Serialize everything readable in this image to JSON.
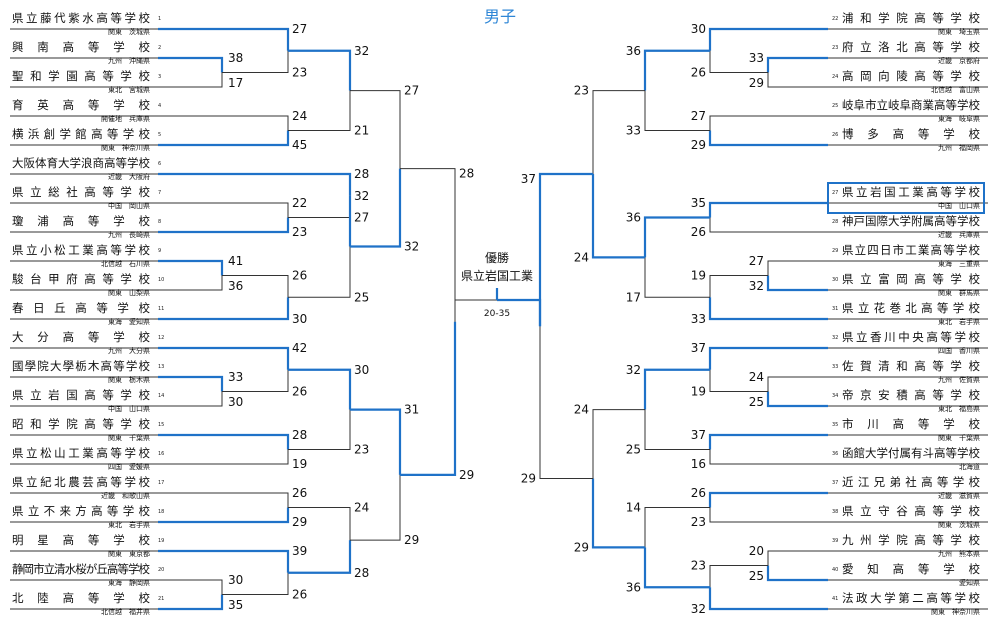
{
  "title": "男子",
  "champion": {
    "label": "優勝",
    "name": "県立岩国工業",
    "final_score": "20-35"
  },
  "colors": {
    "winner": "#1f72c8",
    "loser": "#333333",
    "title": "#2e86d6"
  },
  "left_teams": [
    {
      "seed": "1",
      "name": "県立藤代紫水高等学校",
      "region": "関東　茨城県"
    },
    {
      "seed": "2",
      "name": "興南高等学校",
      "region": "九州　沖縄県"
    },
    {
      "seed": "3",
      "name": "聖和学園高等学校",
      "region": "東北　宮城県"
    },
    {
      "seed": "4",
      "name": "育英高等学校",
      "region": "開催地　兵庫県"
    },
    {
      "seed": "5",
      "name": "横浜創学館高等学校",
      "region": "関東　神奈川県"
    },
    {
      "seed": "6",
      "name": "大阪体育大学浪商高等学校",
      "region": "近畿　大阪府"
    },
    {
      "seed": "7",
      "name": "県立総社高等学校",
      "region": "中国　岡山県"
    },
    {
      "seed": "8",
      "name": "瓊浦高等学校",
      "region": "九州　長崎県"
    },
    {
      "seed": "9",
      "name": "県立小松工業高等学校",
      "region": "北信越　石川県"
    },
    {
      "seed": "10",
      "name": "駿台甲府高等学校",
      "region": "関東　山梨県"
    },
    {
      "seed": "11",
      "name": "春日丘高等学校",
      "region": "東海　愛知県"
    },
    {
      "seed": "12",
      "name": "大分高等学校",
      "region": "九州　大分県"
    },
    {
      "seed": "13",
      "name": "國學院大學栃木高等学校",
      "region": "関東　栃木県"
    },
    {
      "seed": "14",
      "name": "県立岩国高等学校",
      "region": "中国　山口県"
    },
    {
      "seed": "15",
      "name": "昭和学院高等学校",
      "region": "関東　千葉県"
    },
    {
      "seed": "16",
      "name": "県立松山工業高等学校",
      "region": "四国　愛媛県"
    },
    {
      "seed": "17",
      "name": "県立紀北農芸高等学校",
      "region": "近畿　和歌山県"
    },
    {
      "seed": "18",
      "name": "県立不来方高等学校",
      "region": "東北　岩手県"
    },
    {
      "seed": "19",
      "name": "明星高等学校",
      "region": "関東　東京都"
    },
    {
      "seed": "20",
      "name": "静岡市立清水桜が丘高等学校",
      "region": "東海　静岡県"
    },
    {
      "seed": "21",
      "name": "北陸高等学校",
      "region": "北信越　福井県"
    }
  ],
  "right_teams": [
    {
      "seed": "22",
      "name": "浦和学院高等学校",
      "region": "関東　埼玉県"
    },
    {
      "seed": "23",
      "name": "府立洛北高等学校",
      "region": "近畿　京都府"
    },
    {
      "seed": "24",
      "name": "高岡向陵高等学校",
      "region": "北信越　富山県"
    },
    {
      "seed": "25",
      "name": "岐阜市立岐阜商業高等学校",
      "region": "東海　岐阜県"
    },
    {
      "seed": "26",
      "name": "博多高等学校",
      "region": "九州　福岡県"
    },
    {
      "seed": "27",
      "name": "県立岩国工業高等学校",
      "region": "中国　山口県"
    },
    {
      "seed": "28",
      "name": "神戸国際大学附属高等学校",
      "region": "近畿　兵庫県"
    },
    {
      "seed": "29",
      "name": "県立四日市工業高等学校",
      "region": "東海　三重県"
    },
    {
      "seed": "30",
      "name": "県立富岡高等学校",
      "region": "関東　群馬県"
    },
    {
      "seed": "31",
      "name": "県立花巻北高等学校",
      "region": "東北　岩手県"
    },
    {
      "seed": "32",
      "name": "県立香川中央高等学校",
      "region": "四国　香川県"
    },
    {
      "seed": "33",
      "name": "佐賀清和高等学校",
      "region": "九州　佐賀県"
    },
    {
      "seed": "34",
      "name": "帝京安積高等学校",
      "region": "東北　福島県"
    },
    {
      "seed": "35",
      "name": "市川高等学校",
      "region": "関東　千葉県"
    },
    {
      "seed": "36",
      "name": "函館大学付属有斗高等学校",
      "region": "北海道"
    },
    {
      "seed": "37",
      "name": "近江兄弟社高等学校",
      "region": "近畿　滋賀県"
    },
    {
      "seed": "38",
      "name": "県立守谷高等学校",
      "region": "関東　茨城県"
    },
    {
      "seed": "39",
      "name": "九州学院高等学校",
      "region": "九州　熊本県"
    },
    {
      "seed": "40",
      "name": "愛知高等学校",
      "region": "愛知県"
    },
    {
      "seed": "41",
      "name": "法政大学第二高等学校",
      "region": "関東　神奈川県"
    }
  ],
  "scores": {
    "l_p2_3": [
      "38",
      "17"
    ],
    "l_p9_10": [
      "41",
      "36"
    ],
    "l_p13_14": [
      "33",
      "30"
    ],
    "l_p20_21": [
      "30",
      "35"
    ],
    "l_r2a": [
      "27",
      "23"
    ],
    "l_r2b": [
      "24",
      "45"
    ],
    "l_r2c": [
      "22",
      "23"
    ],
    "l_r2d": [
      "26",
      "30"
    ],
    "l_r2e": [
      "42",
      "26"
    ],
    "l_r2f": [
      "28",
      "19"
    ],
    "l_r2g": [
      "26",
      "29"
    ],
    "l_r2h": [
      "39",
      "26"
    ],
    "l_r3a": [
      "32",
      "21"
    ],
    "l_r3b": [
      "28",
      "27"
    ],
    "l_r3c": [
      "32",
      "25"
    ],
    "l_r3d": [
      "30",
      "23"
    ],
    "l_r3e": [
      "24",
      "28"
    ],
    "l_r4a": [
      "27",
      "32"
    ],
    "l_r4b": [
      "31",
      "29"
    ],
    "l_r5": [
      "28",
      "29"
    ],
    "r_p23_24": [
      "33",
      "29"
    ],
    "r_p29_30": [
      "27",
      "32"
    ],
    "r_p33_34": [
      "24",
      "25"
    ],
    "r_p39_40": [
      "20",
      "25"
    ],
    "r_r2a": [
      "30",
      "26"
    ],
    "r_r2b": [
      "27",
      "29"
    ],
    "r_r2c": [
      "35",
      "26"
    ],
    "r_r2d": [
      "19",
      "33"
    ],
    "r_r2e": [
      "37",
      "19"
    ],
    "r_r2f": [
      "37",
      "16"
    ],
    "r_r2g": [
      "26",
      "23"
    ],
    "r_r2h": [
      "23",
      "32"
    ],
    "r_r3a": [
      "36",
      "33"
    ],
    "r_r3b": [
      "36",
      "17"
    ],
    "r_r3c": [
      "32",
      "25"
    ],
    "r_r3d": [
      "14",
      "36"
    ],
    "r_r4a": [
      "23",
      "24"
    ],
    "r_r4b": [
      "24",
      "29"
    ],
    "r_r5": [
      "37",
      "29"
    ]
  }
}
